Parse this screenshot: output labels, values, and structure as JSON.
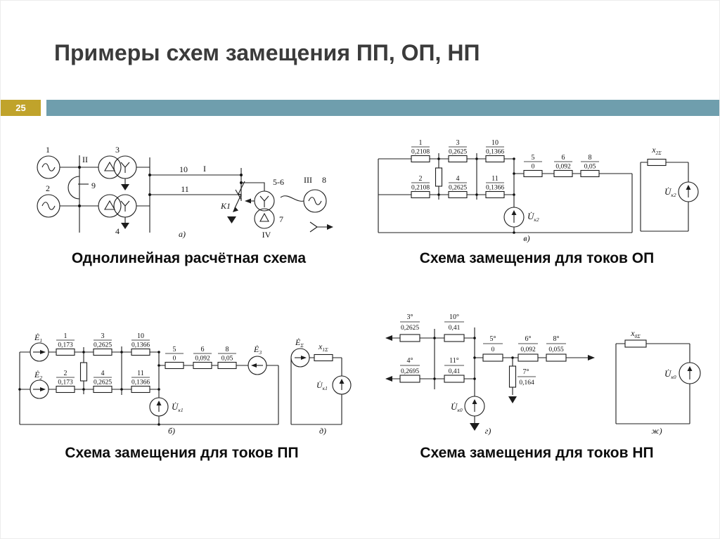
{
  "slide": {
    "title": "Примеры схем замещения ПП, ОП, НП",
    "page_number": "25"
  },
  "colors": {
    "accent_bar_teal": "#6f9ead",
    "page_badge_yellow": "#c0a32b",
    "title_gray": "#3b3b3b",
    "diagram_ink": "#1c1c1c"
  },
  "captions": {
    "oneline": "Однолинейная расчётная схема",
    "negative": "Схема замещения для токов ОП",
    "positive": "Схема замещения для токов ПП",
    "zero": "Схема замещения для токов НП"
  },
  "oneline": {
    "gen1": "1",
    "gen2": "2",
    "tr3": "3",
    "tr4": "4",
    "reactor9": "9",
    "bus_II": "II",
    "bus_III": "III",
    "bus_IV": "IV",
    "line10": "10",
    "section_I": "I",
    "line11": "11",
    "tr56": "5-6",
    "tr7": "7",
    "gen8": "8",
    "fault": "K1",
    "tag": "а)"
  },
  "negative_seq": {
    "tag": "в)",
    "branch_top": [
      {
        "n": "1",
        "v": "0,2108"
      },
      {
        "n": "3",
        "v": "0,2625"
      },
      {
        "n": "10",
        "v": "0,1366"
      }
    ],
    "branch_bottom": [
      {
        "n": "2",
        "v": "0,2108"
      },
      {
        "n": "4",
        "v": "0,2625"
      },
      {
        "n": "11",
        "v": "0,1366"
      }
    ],
    "series": [
      {
        "n": "5",
        "v": "0"
      },
      {
        "n": "6",
        "v": "0,092"
      },
      {
        "n": "8",
        "v": "0,05"
      }
    ],
    "source": {
      "base": "U̇",
      "sub": "к2"
    },
    "equiv": {
      "reactance": {
        "base": "x",
        "sub": "2Σ"
      },
      "source": {
        "base": "U̇",
        "sub": "к2"
      }
    }
  },
  "positive_seq": {
    "tag": "б)",
    "equiv_tag": "д)",
    "emf1": {
      "base": "Ė",
      "sub": "1"
    },
    "emf2": {
      "base": "Ė",
      "sub": "2"
    },
    "emf3": {
      "base": "Ė",
      "sub": "3"
    },
    "branch_top": [
      {
        "n": "1",
        "v": "0,173"
      },
      {
        "n": "3",
        "v": "0,2625"
      },
      {
        "n": "10",
        "v": "0,1366"
      }
    ],
    "branch_bottom": [
      {
        "n": "2",
        "v": "0,173"
      },
      {
        "n": "4",
        "v": "0,2625"
      },
      {
        "n": "11",
        "v": "0,1366"
      }
    ],
    "series": [
      {
        "n": "5",
        "v": "0"
      },
      {
        "n": "6",
        "v": "0,092"
      },
      {
        "n": "8",
        "v": "0,05"
      }
    ],
    "source": {
      "base": "U̇",
      "sub": "к1"
    },
    "equiv": {
      "emf": {
        "base": "Ė",
        "sub": "Σ"
      },
      "reactance": {
        "base": "x",
        "sub": "1Σ"
      },
      "source": {
        "base": "U̇",
        "sub": "к1"
      }
    }
  },
  "zero_seq": {
    "tag": "г)",
    "equiv_tag": "ж)",
    "branch_top": [
      {
        "n": "3°",
        "v": "0,2625"
      },
      {
        "n": "10°",
        "v": "0,41"
      }
    ],
    "branch_bottom": [
      {
        "n": "4°",
        "v": "0,2695"
      },
      {
        "n": "11°",
        "v": "0,41"
      }
    ],
    "series": [
      {
        "n": "5°",
        "v": "0"
      },
      {
        "n": "6°",
        "v": "0,092"
      },
      {
        "n": "8°",
        "v": "0,055"
      }
    ],
    "shunt": {
      "n": "7°",
      "v": "0,164"
    },
    "source": {
      "base": "U̇",
      "sub": "к0"
    },
    "equiv": {
      "reactance": {
        "base": "x",
        "sub": "0Σ"
      },
      "source": {
        "base": "U̇",
        "sub": "к0"
      }
    }
  }
}
